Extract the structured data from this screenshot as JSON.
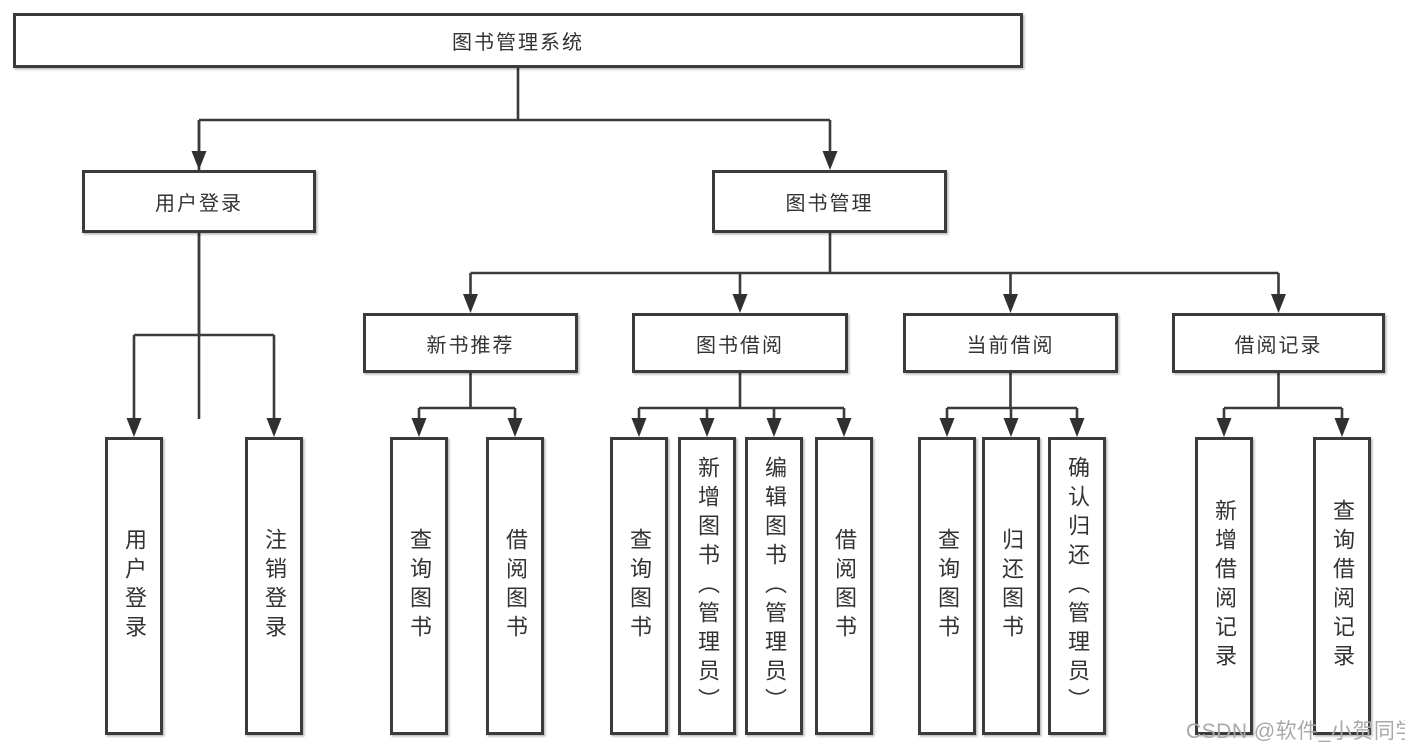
{
  "diagram": {
    "title_node": {
      "label": "图书管理系统"
    },
    "level2": [
      {
        "label": "用户登录"
      },
      {
        "label": "图书管理"
      }
    ],
    "level3": [
      {
        "label": "新书推荐"
      },
      {
        "label": "图书借阅"
      },
      {
        "label": "当前借阅"
      },
      {
        "label": "借阅记录"
      }
    ],
    "leaves": {
      "login": [
        "用户登录",
        "注销登录"
      ],
      "recommend": [
        "查询图书",
        "借阅图书"
      ],
      "borrow": [
        "查询图书",
        "新增图书（管理员）",
        "编辑图书（管理员）",
        "借阅图书"
      ],
      "current": [
        "查询图书",
        "归还图书",
        "确认归还（管理员）"
      ],
      "records": [
        "新增借阅记录",
        "查询借阅记录"
      ]
    },
    "colors": {
      "border": "#3b3b3b",
      "text": "#333333",
      "background": "#ffffff",
      "watermark": "#a9a9a9"
    }
  },
  "watermark": {
    "text": "CSDN @软件_小贺同学"
  }
}
